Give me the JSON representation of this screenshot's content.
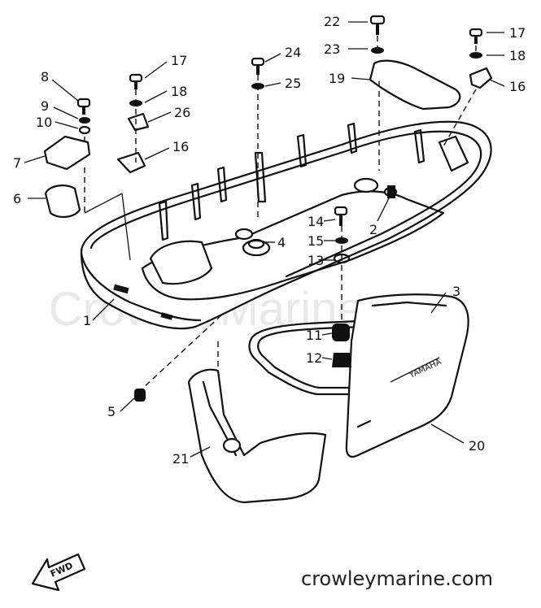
{
  "watermark": "CrowleyMarine",
  "footer_site": "crowleymarine.com",
  "fwd_label": "FWD",
  "callouts": [
    "1",
    "2",
    "3",
    "4",
    "5",
    "6",
    "7",
    "8",
    "9",
    "10",
    "11",
    "12",
    "13",
    "14",
    "15",
    "16",
    "16",
    "17",
    "17",
    "18",
    "18",
    "19",
    "20",
    "21",
    "22",
    "23",
    "24",
    "25",
    "26"
  ]
}
